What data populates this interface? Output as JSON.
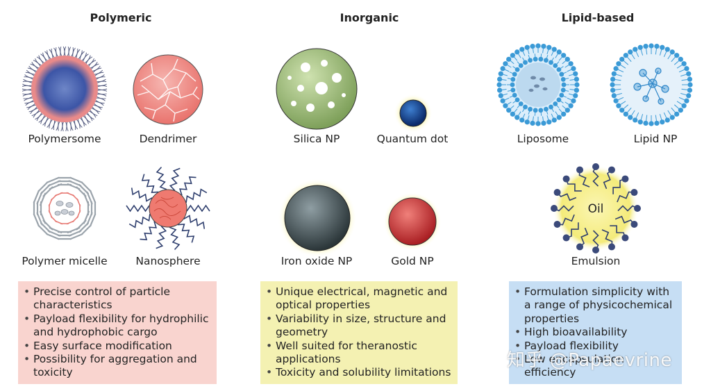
{
  "columns": {
    "polymeric": {
      "title": "Polymeric",
      "items": [
        "Polymersome",
        "Dendrimer",
        "Polymer micelle",
        "Nanosphere"
      ],
      "bullets": [
        "Precise control of particle characteristics",
        "Payload flexibility for hydrophilic and hydrophobic cargo",
        "Easy surface modification",
        "Possibility for aggregation and toxicity"
      ]
    },
    "inorganic": {
      "title": "Inorganic",
      "items": [
        "Silica NP",
        "Quantum dot",
        "Iron oxide NP",
        "Gold NP"
      ],
      "bullets": [
        "Unique electrical, magnetic and optical properties",
        "Variability in size, structure and geometry",
        "Well suited for theranostic applications",
        "Toxicity and solubility limitations"
      ]
    },
    "lipid": {
      "title": "Lipid-based",
      "items": [
        "Liposome",
        "Lipid NP",
        "Emulsion"
      ],
      "emulsion_core_label": "Oil",
      "bullets": [
        "Formulation simplicity with a range of physicochemical properties",
        "High bioavailability",
        "Payload flexibility",
        "Low encapsulation efficiency"
      ]
    }
  },
  "colors": {
    "polymeric_box": "#f9d4cf",
    "inorganic_box": "#f4f1b2",
    "lipid_box": "#c6def4"
  },
  "watermark": "知乎 @Papaevrine"
}
